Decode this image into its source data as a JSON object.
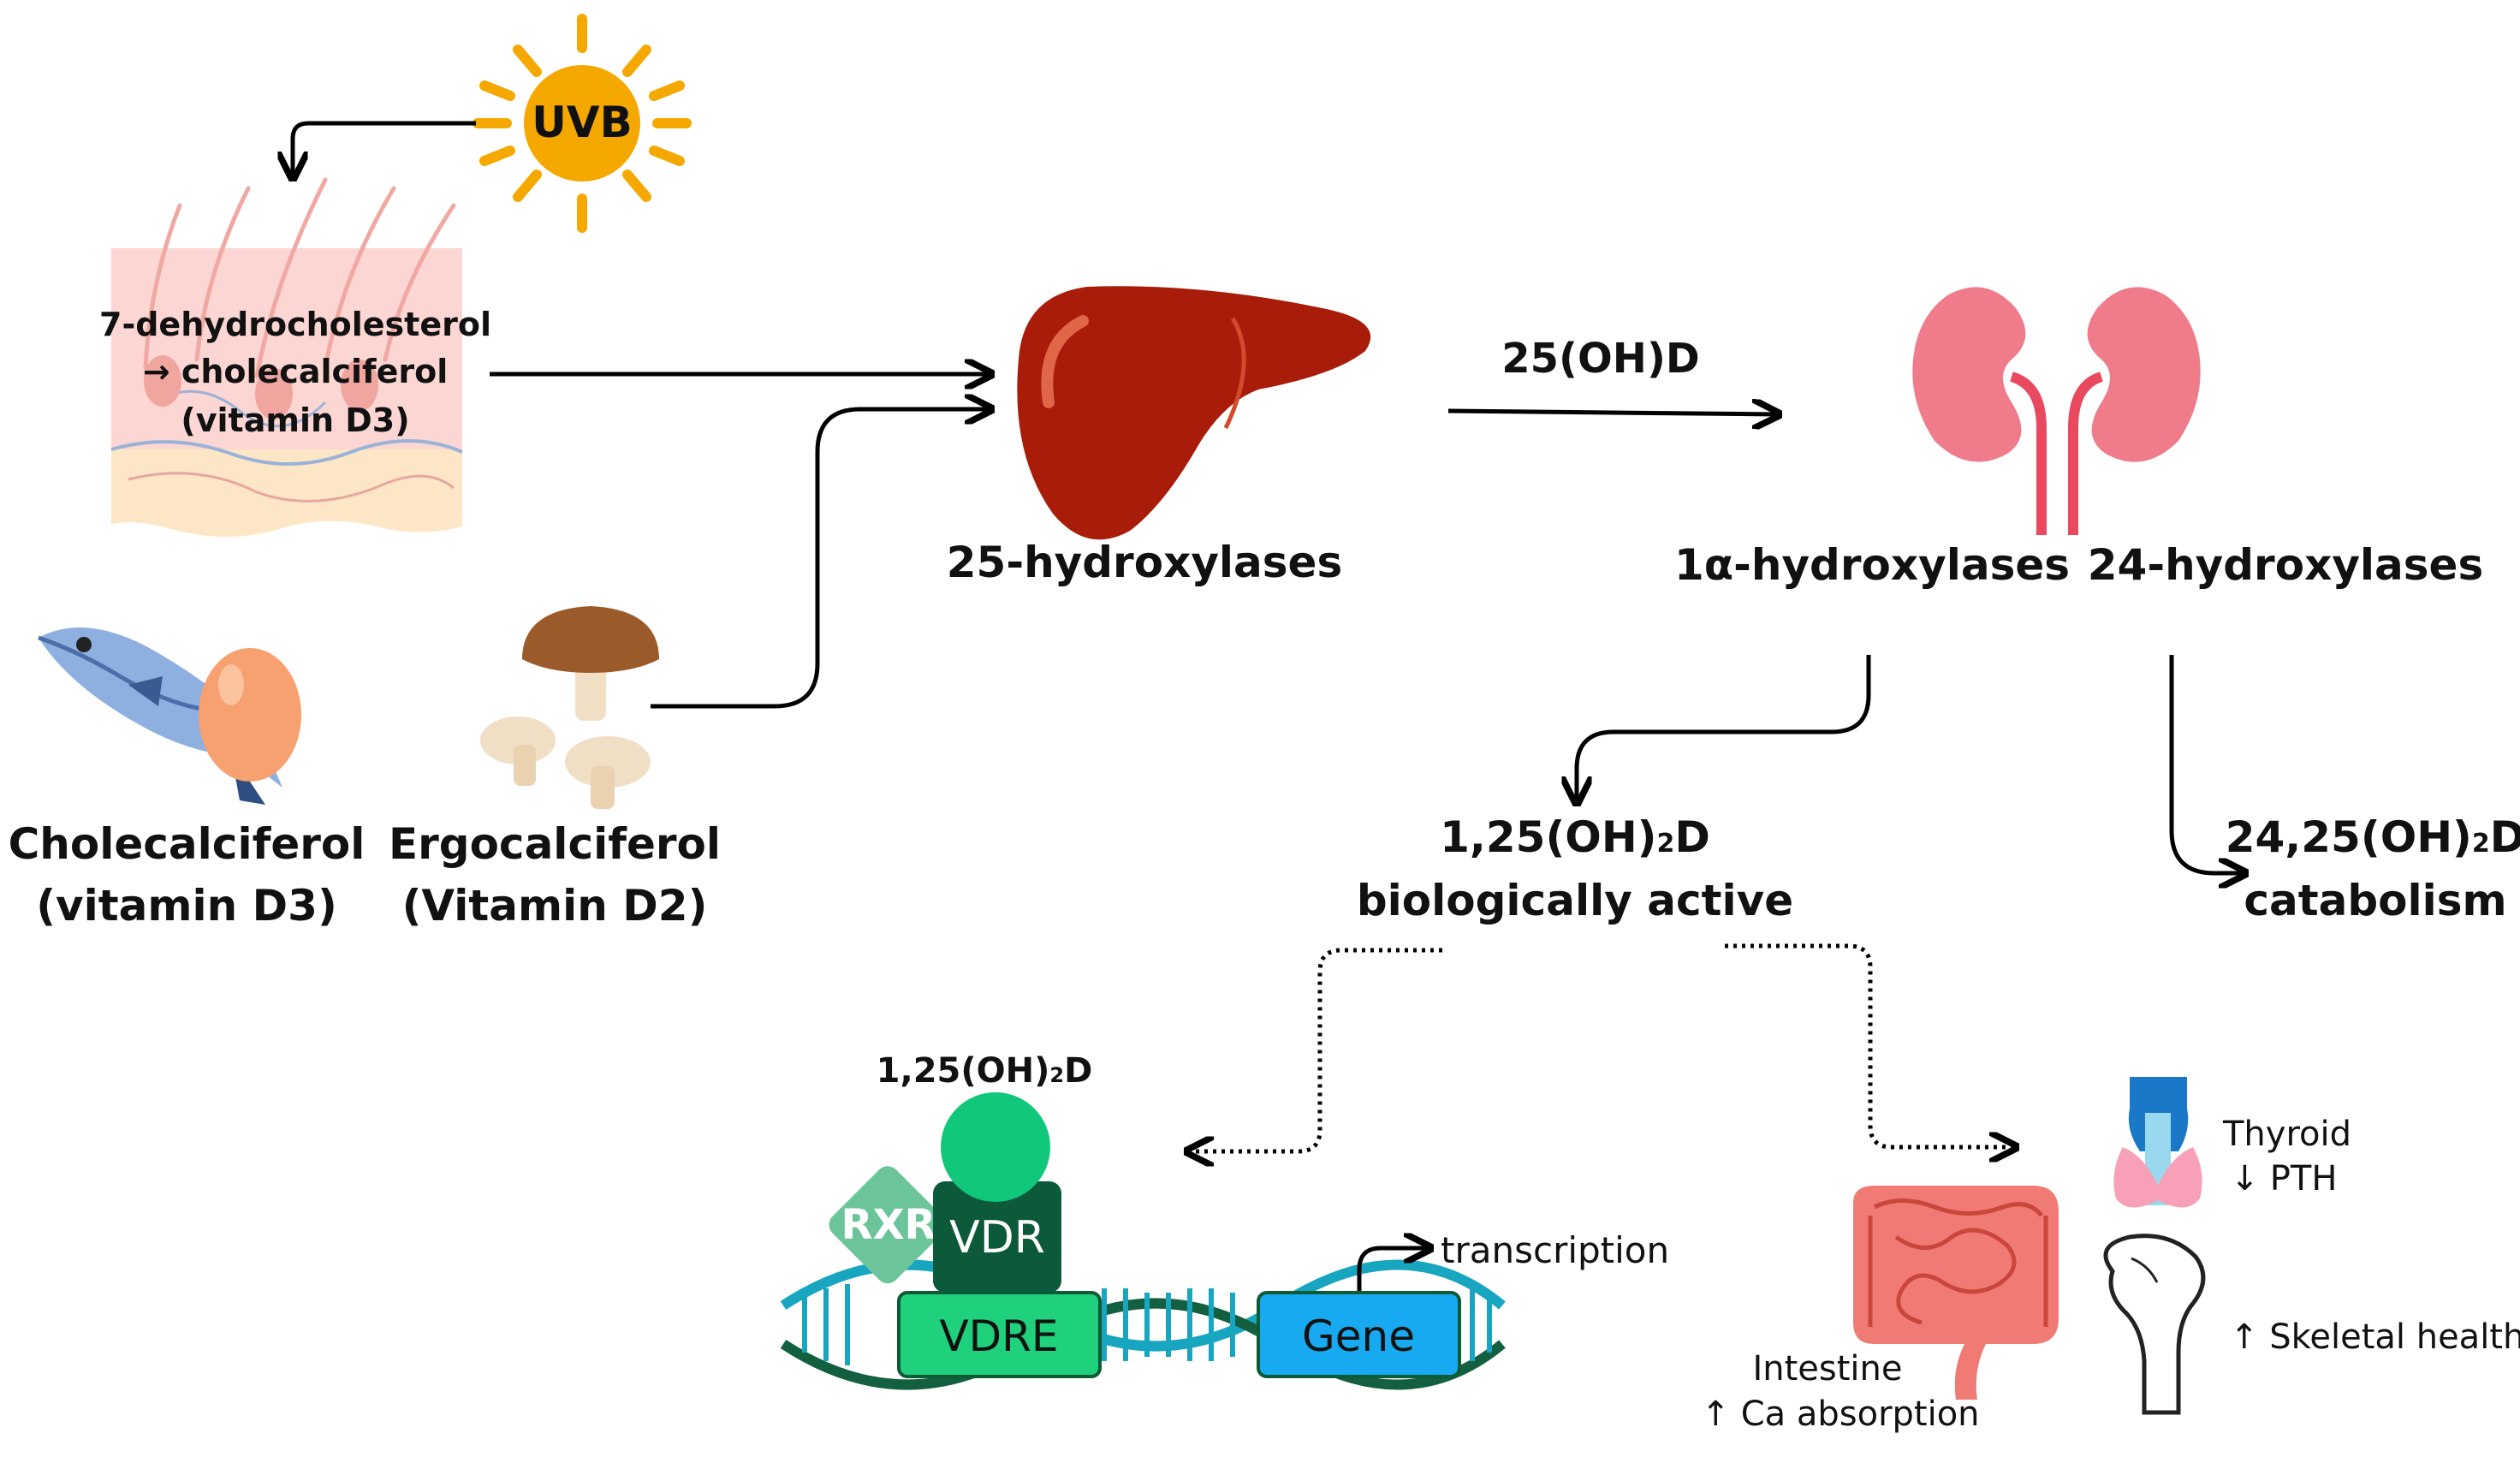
{
  "sun": {
    "label": "UVB"
  },
  "skin": {
    "line1": "7-dehydrocholesterol",
    "line2": "→ cholecalciferol",
    "line3": "(vitamin D3)"
  },
  "food": {
    "fish_egg": {
      "line1": "Cholecalciferol",
      "line2": "(vitamin D3)"
    },
    "mushroom": {
      "line1": "Ergocalciferol",
      "line2": "(Vitamin D2)"
    }
  },
  "liver": {
    "label": "25-hydroxylases"
  },
  "flow": {
    "metabolite": "25(OH)D"
  },
  "kidney": {
    "left_enzyme": "1α-hydroxylases",
    "right_enzyme": "24-hydroxylases"
  },
  "active": {
    "line1_main": "1,25(OH)",
    "line1_sub": "2",
    "line1_end": "D",
    "line2": "biologically active"
  },
  "catabolite": {
    "line1_main": "24,25(OH)",
    "line1_sub": "2",
    "line1_end": "D",
    "line2": "catabolism"
  },
  "genomic": {
    "ligand_main": "1,25(OH)",
    "ligand_sub": "2",
    "ligand_end": "D",
    "rxr": "RXR",
    "vdr": "VDR",
    "vdre": "VDRE",
    "gene": "Gene",
    "transcription": "transcription"
  },
  "effects": {
    "thyroid_line1": "Thyroid",
    "thyroid_line2": "↓ PTH",
    "intestine_line1": "Intestine",
    "intestine_line2": "↑ Ca absorption",
    "bone": "↑ Skeletal health"
  },
  "colors": {
    "sun": "#f5a800",
    "liver": "#a91c0a",
    "kidney": "#f07b8a",
    "vdr_dark": "#0c5a3a",
    "vdr_ligand": "#10c77a",
    "vdre": "#1fd07c",
    "rxr": "#6cc59a",
    "gene": "#18aaf0",
    "dna_teal": "#18a5c0",
    "dna_green": "#126040"
  }
}
